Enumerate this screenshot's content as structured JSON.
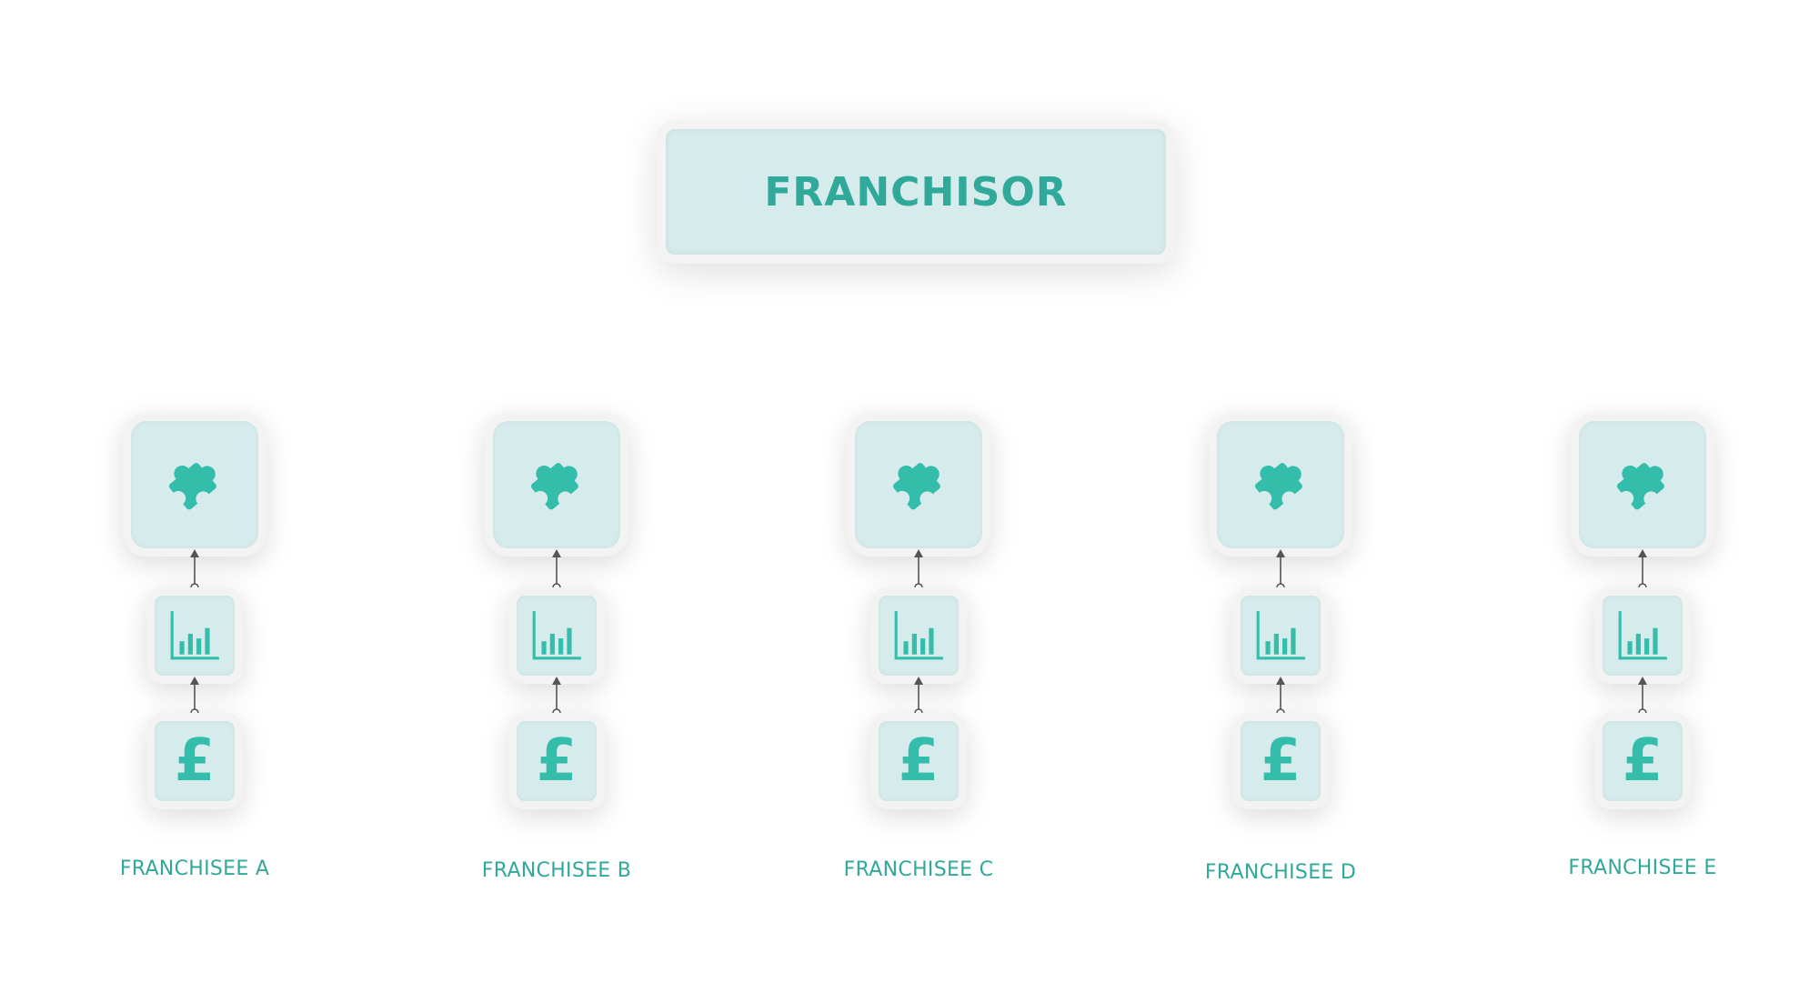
{
  "franchisor": {
    "label": "FRANCHISOR"
  },
  "franchisees": [
    {
      "label": "FRANCHISEE A"
    },
    {
      "label": "FRANCHISEE B"
    },
    {
      "label": "FRANCHISEE C"
    },
    {
      "label": "FRANCHISEE D"
    },
    {
      "label": "FRANCHISEE E"
    }
  ],
  "icons": {
    "top": "puzzle-piece-icon",
    "middle": "bar-chart-icon",
    "bottom": "pound-sign-icon",
    "pound_glyph": "£"
  },
  "colors": {
    "accent": "#33bdaa",
    "text": "#30a89a",
    "tile_fill": "#d6ebec",
    "tile_border": "#f3f3f3",
    "connector": "#555555"
  }
}
